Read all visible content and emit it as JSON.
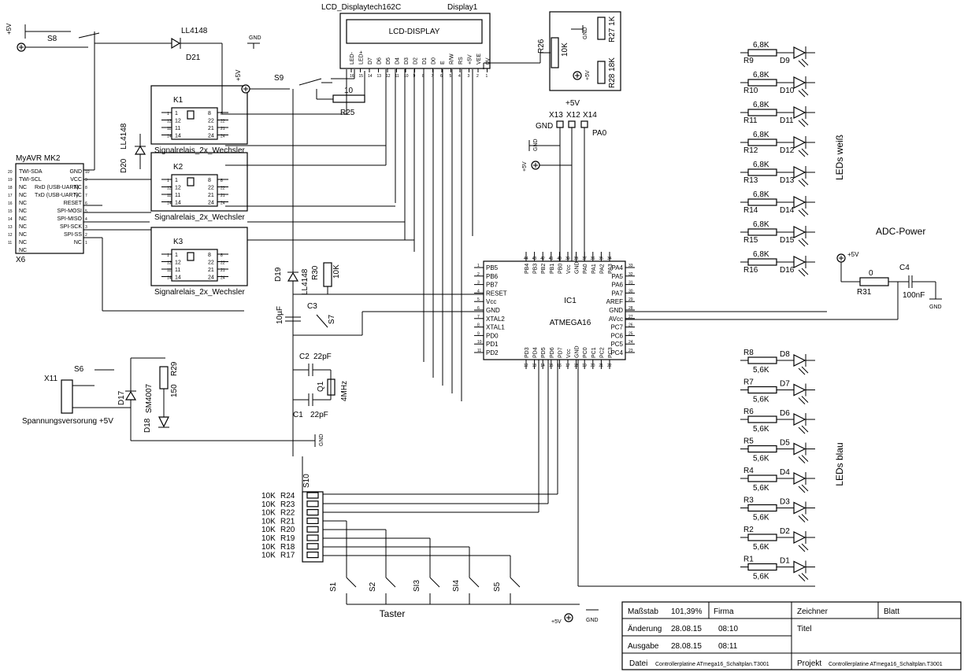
{
  "lcd": {
    "ref": "LCD_Displaytech162C",
    "name": "Display1",
    "label": "LCD-DISPLAY",
    "pins": [
      "LED-",
      "LED+",
      "D7",
      "D6",
      "D5",
      "D4",
      "D3",
      "D2",
      "D1",
      "D0",
      "E",
      "R/W",
      "RS",
      "+5V",
      "VEE",
      "0V"
    ],
    "pin_nums": [
      "16",
      "15",
      "14",
      "13",
      "12",
      "11",
      "10",
      "9",
      "8",
      "7",
      "6",
      "5",
      "4",
      "3",
      "2",
      "1"
    ]
  },
  "mcu": {
    "ref": "IC1",
    "name": "ATMEGA16",
    "left": [
      "PB5",
      "PB6",
      "PB7",
      "RESET",
      "Vcc",
      "GND",
      "XTAL2",
      "XTAL1",
      "PD0",
      "PD1",
      "PD2"
    ],
    "left_nums": [
      "1",
      "2",
      "3",
      "4",
      "5",
      "6",
      "7",
      "8",
      "9",
      "10",
      "11"
    ],
    "top": [
      "PB4",
      "PB3",
      "PB2",
      "PB1",
      "PB0",
      "Vcc",
      "GND",
      "PA0",
      "PA1",
      "PA2",
      "PA3"
    ],
    "top_nums": [
      "44",
      "43",
      "42",
      "41",
      "40",
      "39",
      "38",
      "37",
      "36",
      "35",
      "34"
    ],
    "right": [
      "PA4",
      "PA5",
      "PA6",
      "PA7",
      "AREF",
      "GND",
      "AVcc",
      "PC7",
      "PC6",
      "PC5",
      "PC4"
    ],
    "right_nums": [
      "33",
      "32",
      "31",
      "30",
      "29",
      "28",
      "27",
      "26",
      "25",
      "24",
      "23"
    ],
    "bottom": [
      "PD3",
      "PD4",
      "PD5",
      "PD6",
      "PD7",
      "Vcc",
      "GND",
      "PC0",
      "PC1",
      "PC2",
      "PC3"
    ],
    "bottom_nums": [
      "12",
      "13",
      "14",
      "15",
      "16",
      "17",
      "18",
      "19",
      "20",
      "21",
      "22"
    ]
  },
  "myavr": {
    "title": "MyAVR MK2",
    "ref": "X6",
    "left": [
      "TWI-SDA",
      "TWI-SCL",
      "NC",
      "NC",
      "NC",
      "NC",
      "NC",
      "NC",
      "NC",
      "NC",
      "NC"
    ],
    "left_nums": [
      "20",
      "19",
      "18",
      "17",
      "16",
      "15",
      "14",
      "13",
      "12",
      "11"
    ],
    "mid": [
      "RxD (USB-UART)",
      "TxD (USB-UART)"
    ],
    "right": [
      "GND",
      "VCC",
      "NC",
      "NC",
      "RESET",
      "SPI-MOSI",
      "SPI-MISO",
      "SPI-SCK",
      "SPI-SS",
      "NC"
    ],
    "right_nums": [
      "10",
      "9",
      "8",
      "7",
      "6",
      "5",
      "4",
      "3",
      "2",
      "1"
    ]
  },
  "relays": [
    {
      "ref": "K1",
      "label": "Signalrelais_2x_Wechsler"
    },
    {
      "ref": "K2",
      "label": "Signalrelais_2x_Wechsler"
    },
    {
      "ref": "K3",
      "label": "Signalrelais_2x_Wechsler"
    }
  ],
  "relay_pins": {
    "l": [
      "1",
      "12",
      "11",
      "14"
    ],
    "r": [
      "8",
      "22",
      "21",
      "24"
    ]
  },
  "white_leds": [
    {
      "r": "R9",
      "d": "D9"
    },
    {
      "r": "R10",
      "d": "D10"
    },
    {
      "r": "R11",
      "d": "D11"
    },
    {
      "r": "R12",
      "d": "D12"
    },
    {
      "r": "R13",
      "d": "D13"
    },
    {
      "r": "R14",
      "d": "D14"
    },
    {
      "r": "R15",
      "d": "D15"
    },
    {
      "r": "R16",
      "d": "D16"
    }
  ],
  "white_value": "6,8K",
  "blue_leds": [
    {
      "r": "R8",
      "d": "D8"
    },
    {
      "r": "R7",
      "d": "D7"
    },
    {
      "r": "R6",
      "d": "D6"
    },
    {
      "r": "R5",
      "d": "D5"
    },
    {
      "r": "R4",
      "d": "D4"
    },
    {
      "r": "R3",
      "d": "D3"
    },
    {
      "r": "R2",
      "d": "D2"
    },
    {
      "r": "R1",
      "d": "D1"
    }
  ],
  "blue_value": "5,6K",
  "leds_white_label": "LEDs weiß",
  "leds_blue_label": "LEDs blau",
  "pot": {
    "ref": "R26",
    "value": "10K"
  },
  "r27": {
    "ref": "R27",
    "value": "1K"
  },
  "r28": {
    "ref": "R28",
    "value": "18K"
  },
  "r25": {
    "ref": "R25",
    "value": "10"
  },
  "r29": {
    "ref": "R29",
    "value": "150"
  },
  "r30": {
    "ref": "R30",
    "value": "10K"
  },
  "r31": {
    "ref": "R31",
    "value": "0"
  },
  "c4": {
    "ref": "C4",
    "value": "100nF"
  },
  "c3": {
    "ref": "C3",
    "value": "10µF"
  },
  "c2": {
    "ref": "C2",
    "value": "22pF"
  },
  "c1": {
    "ref": "C1",
    "value": "22pF"
  },
  "q1": {
    "ref": "Q1",
    "value": "4MHz"
  },
  "d21": {
    "ref": "D21",
    "value": "LL4148"
  },
  "d20": {
    "ref": "D20",
    "value": "LL4148"
  },
  "d19": {
    "ref": "D19",
    "value": "LL4148"
  },
  "d17": {
    "ref": "D17",
    "value": "SM4007"
  },
  "d18": {
    "ref": "D18"
  },
  "adc_power": "ADC-Power",
  "headers": {
    "x13": "X13",
    "x12": "X12",
    "x14": "X14",
    "gnd": "GND",
    "vcc": "+5V",
    "pa0": "PA0"
  },
  "switches": {
    "s8": "S8",
    "s9": "S9",
    "s7": "S7",
    "s6": "S6",
    "s10": "S10",
    "x11": "X11"
  },
  "buttons": [
    "S1",
    "S2",
    "SI3",
    "SI4",
    "S5"
  ],
  "taster": "Taster",
  "power_label": "Spannungsversorung +5V",
  "res_array": {
    "value": "10K",
    "refs": [
      "R24",
      "R23",
      "R22",
      "R21",
      "R20",
      "R19",
      "R18",
      "R17"
    ]
  },
  "net": {
    "vcc": "+5V",
    "gnd": "GND"
  },
  "title_block": {
    "scale_label": "Maßstab",
    "scale": "101,39%",
    "firma": "Firma",
    "zeichner": "Zeichner",
    "blatt": "Blatt",
    "titel": "Titel",
    "change_label": "Änderung",
    "change_date": "28.08.15",
    "change_time": "08:10",
    "issue_label": "Ausgabe",
    "issue_date": "28.08.15",
    "issue_time": "08:11",
    "file_label": "Datei",
    "file": "Controllerplatine ATmega16_Schaltplan.T3001",
    "project_label": "Projekt",
    "project": "Controllerplatine ATmega16_Schaltplan.T3001"
  }
}
